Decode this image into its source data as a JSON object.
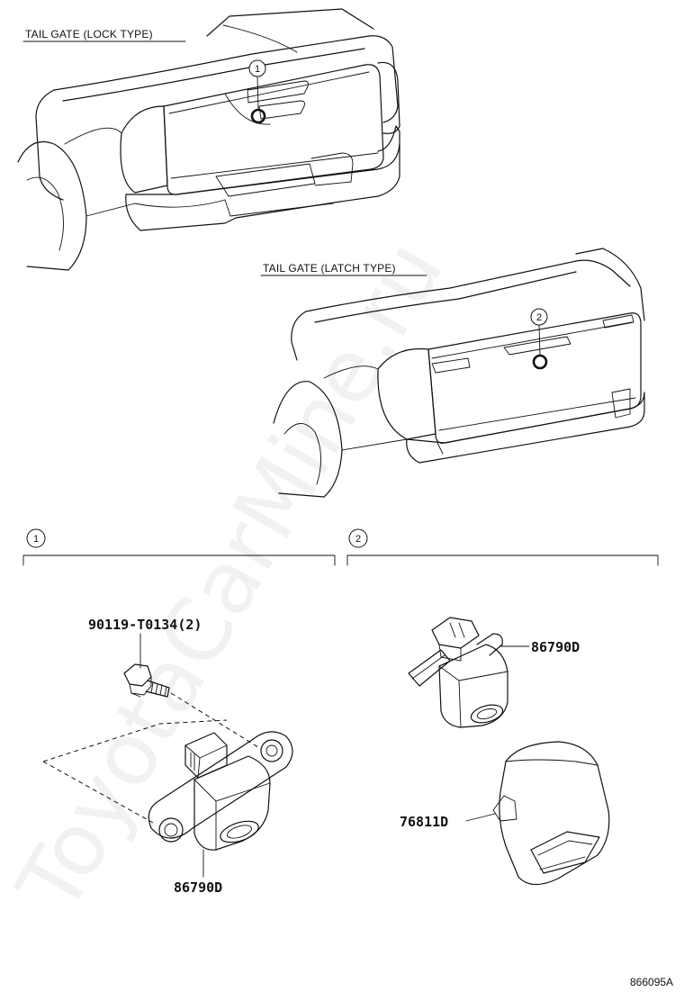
{
  "views": {
    "lock_type_title": "TAIL GATE (LOCK TYPE)",
    "latch_type_title": "TAIL GATE (LATCH TYPE)"
  },
  "callouts": {
    "one": "1",
    "two": "2"
  },
  "parts": {
    "bolt": "90119-T0134(2)",
    "camera_lock": "86790D",
    "camera_latch": "86790D",
    "cover_latch": "76811D"
  },
  "diagram_code": "866095A",
  "watermark": "ToyotaCarMine.ru"
}
